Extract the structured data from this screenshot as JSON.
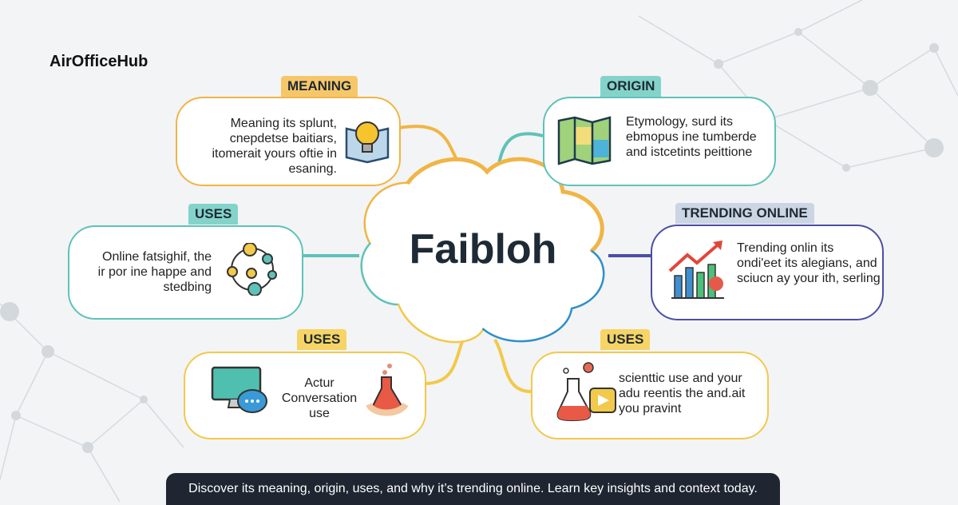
{
  "brand": "AirOfficeHub",
  "center": {
    "title": "Faibloh"
  },
  "cards": {
    "meaning": {
      "label": "MEANING",
      "text": "Meaning its splunt, cnepdetse baitiars, itomerait yours oftie in esaning.",
      "color": "#f0b545",
      "icon": "book-lightbulb-icon"
    },
    "origin": {
      "label": "ORIGIN",
      "text": "Etymology, surd its ebmopus ine tumberde and istcetints peittione",
      "color": "#5fc2b9",
      "icon": "map-icon"
    },
    "uses_left": {
      "label": "USES",
      "text": "Online fatsighif, the ir por ine happe and stedbing",
      "color": "#5fc2b9",
      "icon": "network-nodes-icon"
    },
    "trending": {
      "label": "TRENDING ONLINE",
      "text": "Trending onlin its ondi'eet its alegians, and sciucn ay your ith, serling",
      "color": "#4b4fa3",
      "icon": "trending-chart-icon"
    },
    "uses_bottom_left": {
      "label": "USES",
      "text": "Actur Conversation use",
      "color": "#f2c94a",
      "icon": "monitor-chat-icon"
    },
    "uses_bottom_right": {
      "label": "USES",
      "text": "scienttic use and your adu reentis the and.ait you pravint",
      "color": "#f2c94a",
      "icon": "flask-play-icon"
    }
  },
  "footer": {
    "text": "Discover its meaning, origin, uses, and why it’s trending online. Learn key insights and context today."
  }
}
